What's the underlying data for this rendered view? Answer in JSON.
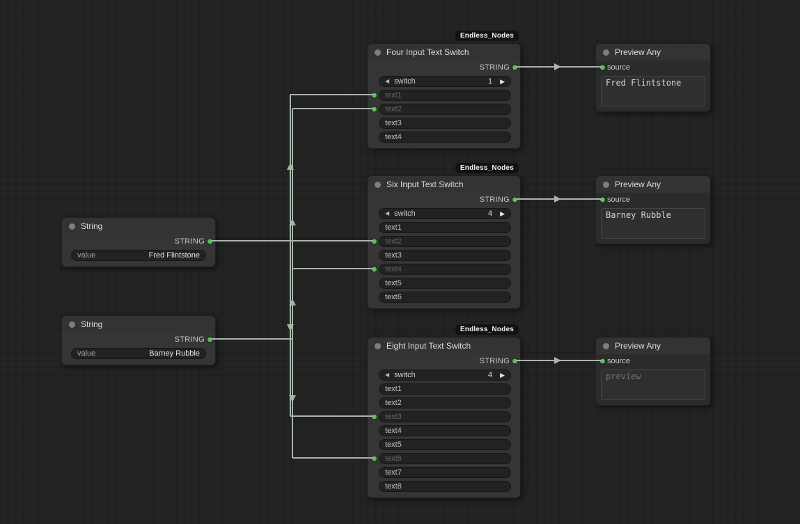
{
  "badge_label": "Endless_Nodes",
  "colors": {
    "slot_green": "#57c157",
    "link": "#a9b5a9",
    "node_bg": "#353535"
  },
  "icons": {
    "decrement": "◀",
    "increment": "▶"
  },
  "string1": {
    "title": "String",
    "output_label": "STRING",
    "widget": {
      "label": "value",
      "value": "Fred Flintstone"
    }
  },
  "string2": {
    "title": "String",
    "output_label": "STRING",
    "widget": {
      "label": "value",
      "value": "Barney Rubble"
    }
  },
  "switch4": {
    "title": "Four Input Text Switch",
    "output_label": "STRING",
    "switch": {
      "label": "switch",
      "value": "1"
    },
    "rows": [
      {
        "label": "text1",
        "connected": true
      },
      {
        "label": "text2",
        "connected": true
      },
      {
        "label": "text3",
        "connected": false
      },
      {
        "label": "text4",
        "connected": false
      }
    ]
  },
  "switch6": {
    "title": "Six Input Text Switch",
    "output_label": "STRING",
    "switch": {
      "label": "switch",
      "value": "4"
    },
    "rows": [
      {
        "label": "text1",
        "connected": false
      },
      {
        "label": "text2",
        "connected": true
      },
      {
        "label": "text3",
        "connected": false
      },
      {
        "label": "text4",
        "connected": true
      },
      {
        "label": "text5",
        "connected": false
      },
      {
        "label": "text6",
        "connected": false
      }
    ]
  },
  "switch8": {
    "title": "Eight Input Text Switch",
    "output_label": "STRING",
    "switch": {
      "label": "switch",
      "value": "4"
    },
    "rows": [
      {
        "label": "text1",
        "connected": false
      },
      {
        "label": "text2",
        "connected": false
      },
      {
        "label": "text3",
        "connected": true
      },
      {
        "label": "text4",
        "connected": false
      },
      {
        "label": "text5",
        "connected": false
      },
      {
        "label": "text6",
        "connected": true
      },
      {
        "label": "text7",
        "connected": false
      },
      {
        "label": "text8",
        "connected": false
      }
    ]
  },
  "preview1": {
    "title": "Preview Any",
    "input_label": "source",
    "text": "Fred Flintstone"
  },
  "preview2": {
    "title": "Preview Any",
    "input_label": "source",
    "text": "Barney Rubble"
  },
  "preview3": {
    "title": "Preview Any",
    "input_label": "source",
    "text": "preview"
  }
}
